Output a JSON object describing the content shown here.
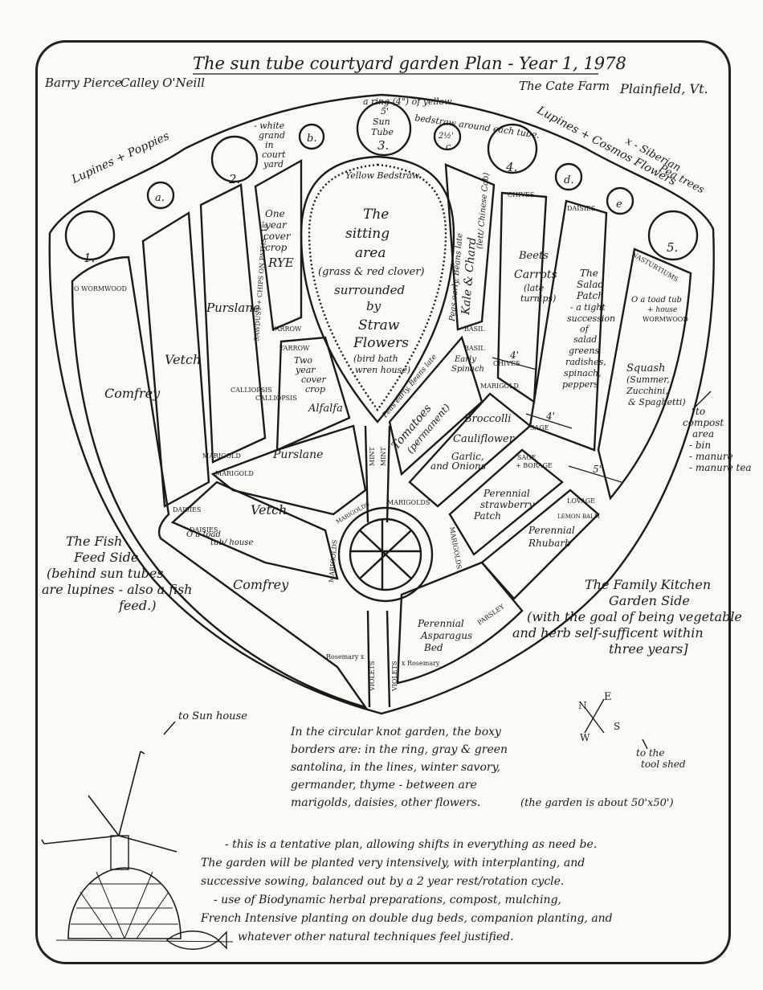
{
  "header": {
    "title": "The sun tube courtyard garden Plan - Year 1, 1978",
    "authors_left": "Barry Pierce",
    "authors_mid": "Calley O'Neill",
    "location_farm": "The Cate Farm",
    "location_town": "Plainfield, Vt."
  },
  "tubes": {
    "t1": "1.",
    "t2": "2.",
    "t3": "3.",
    "t4": "4.",
    "t5": "5.",
    "ta": "a.",
    "tb": "b.",
    "tc": "c",
    "td": "d.",
    "te": "e",
    "t3_label_a": "5'",
    "t3_label_b": "Sun",
    "t3_label_c": "Tube",
    "tc_dim": "2½'",
    "ring_note_a": "a ring (4\") of yellow",
    "ring_note_b": "bedstraw around each tube.",
    "white_grand_a": "- white",
    "white_grand_b": "grand",
    "white_grand_c": "in",
    "white_grand_d": "court",
    "white_grand_e": "yard"
  },
  "outer_labels": {
    "lupines_poppies": "Lupines + Poppies",
    "lupines_cosmos": "Lupines + Cosmos Flowers",
    "siberian_a": "x - Siberian",
    "siberian_b": "Pea trees"
  },
  "beds": {
    "wormwood_left": "O WORMWOOD",
    "comfrey_top": "Comfrey",
    "vetch_top": "Vetch",
    "purslane_top": "Purslane",
    "daisies_left": "DAISIES",
    "daisies_left2": "DAISIES",
    "marigold_1": "MARIGOLD",
    "marigold_2": "MARIGOLD",
    "calliopsis_1": "CALLIOPSIS",
    "calliopsis_2": "CALLIOPSIS",
    "yarrow_1": "YARROW",
    "yarrow_2": "YARROW",
    "rye_a": "One",
    "rye_b": "year",
    "rye_c": "cover",
    "rye_d": "crop",
    "rye_e": "RYE",
    "sawdust": "SAWDUST + CHIPS ON PATHS - 18\"",
    "alfalfa_a": "Two",
    "alfalfa_b": "year",
    "alfalfa_c": "cover",
    "alfalfa_d": "crop",
    "alfalfa_e": "Alfalfa",
    "purslane_mid": "Purslane",
    "vetch_mid": "Vetch",
    "comfrey_low": "Comfrey",
    "toad_left_a": "O a toad",
    "toad_left_b": "tub/ house",
    "yellow_bedstraw": "Yellow Bedstraw",
    "sitting_1": "The",
    "sitting_2": "sitting",
    "sitting_3": "area",
    "sitting_4": "(grass & red clover)",
    "sitting_5": "surrounded",
    "sitting_6": "by",
    "sitting_7": "Straw",
    "sitting_8": "Flowers",
    "sitting_9": "(bird bath",
    "sitting_10": "wren house)",
    "mint_1": "MINT",
    "mint_2": "MINT",
    "peas_beans_late": "Peas early, Beans late",
    "kale_chard": "Kale & Chard",
    "lettuce": "(lett/ Chinese Cab)",
    "basil_1": "BASIL",
    "basil_2": "BASIL",
    "early_spinach_a": "Early",
    "early_spinach_b": "Spinach",
    "peas_beans_late2": "Peas early, Beans late",
    "tomatoes_a": "Tomatoes",
    "tomatoes_b": "(permanent)",
    "chives_1": "CHIVES",
    "chives_2": "CHIVES",
    "beets": "Beets",
    "carrots": "Carrots",
    "late_turnips_a": "(late",
    "late_turnips_b": "turnips)",
    "dim_4a": "4'",
    "dim_4b": "4'",
    "dim_5": "5'",
    "marigold_3": "MARIGOLD",
    "broccoli": "Broccolli",
    "cauliflower": "Cauliflower",
    "garlic_a": "Garlic,",
    "garlic_b": "and Onions",
    "sage": "SAGE",
    "sage_borage_a": "SAGE",
    "sage_borage_b": "+ BORAGE",
    "daisies_right": "DAISIES",
    "salad_1": "The",
    "salad_2": "Salad",
    "salad_3": "Patch",
    "salad_4": "- a tight",
    "salad_5": "succession",
    "salad_6": "of",
    "salad_7": "salad",
    "salad_8": "greens",
    "salad_9": "radishes,",
    "salad_10": "spinach,",
    "salad_11": "peppers",
    "nasturtiums": "NASTURTIUMS",
    "toad_right_a": "O a toad tub",
    "toad_right_b": "+ house",
    "toad_right_c": "WORMWOOD",
    "squash_a": "Squash",
    "squash_b": "(Summer,",
    "squash_c": "Zucchini,",
    "squash_d": "& Spaghetti)",
    "lovage": "LOVAGE",
    "lemon_balm": "LEMON BALM",
    "strawberry_a": "Perennial",
    "strawberry_b": "strawberry",
    "strawberry_c": "Patch",
    "rhubarb_a": "Perennial",
    "rhubarb_b": "Rhubarb",
    "marigolds_ring_1": "MARIGOLDS",
    "marigolds_ring_2": "MARIGOLDS",
    "marigolds_ring_3": "MARIGOLDS",
    "marigolds_ring_4": "MARIGOLDS",
    "asparagus_a": "Perennial",
    "asparagus_b": "Asparagus",
    "asparagus_c": "Bed",
    "parsley": "PARSLEY",
    "rosemary_left": "Rosemary x",
    "rosemary_right": "x Rosemary",
    "violets_1": "VIOLETS",
    "violets_2": "VIOLETS"
  },
  "side_notes": {
    "compost_a": "to",
    "compost_b": "compost",
    "compost_c": "area",
    "compost_d": "- bin",
    "compost_e": "- manure",
    "compost_f": "- manure tea",
    "fish_a": "The Fish",
    "fish_b": "Feed Side",
    "fish_c": "(behind sun tubes",
    "fish_d": "are lupines - also a fish",
    "fish_e": "feed.)",
    "family_a": "The Family Kitchen",
    "family_b": "Garden Side",
    "family_c": "(with the goal of being vegetable",
    "family_d": "and herb self-sufficent within",
    "family_e": "three years]"
  },
  "compass": {
    "n": "N",
    "e": "E",
    "s": "S",
    "w": "W"
  },
  "bottom": {
    "to_sunhouse": "to Sun house",
    "to_tool_a": "to the",
    "to_tool_b": "tool shed",
    "knot_1": "In the circular knot garden, the boxy",
    "knot_2": "borders are: in the ring, gray & green",
    "knot_3": "santolina, in the lines, winter savory,",
    "knot_4": "germander, thyme - between are",
    "knot_5": "marigolds, daisies, other flowers.",
    "size_note": "(the garden is about 50'x50')",
    "plan_1": "- this is a tentative plan, allowing shifts in everything as need be.",
    "plan_2": "The garden will be planted very intensively, with interplanting, and",
    "plan_3": "successive sowing, balanced out by a 2 year rest/rotation cycle.",
    "plan_4": "- use of Biodynamic herbal preparations, compost, mulching,",
    "plan_5": "French Intensive planting on double dug beds, companion planting, and",
    "plan_6": "whatever other natural techniques feel justified."
  }
}
